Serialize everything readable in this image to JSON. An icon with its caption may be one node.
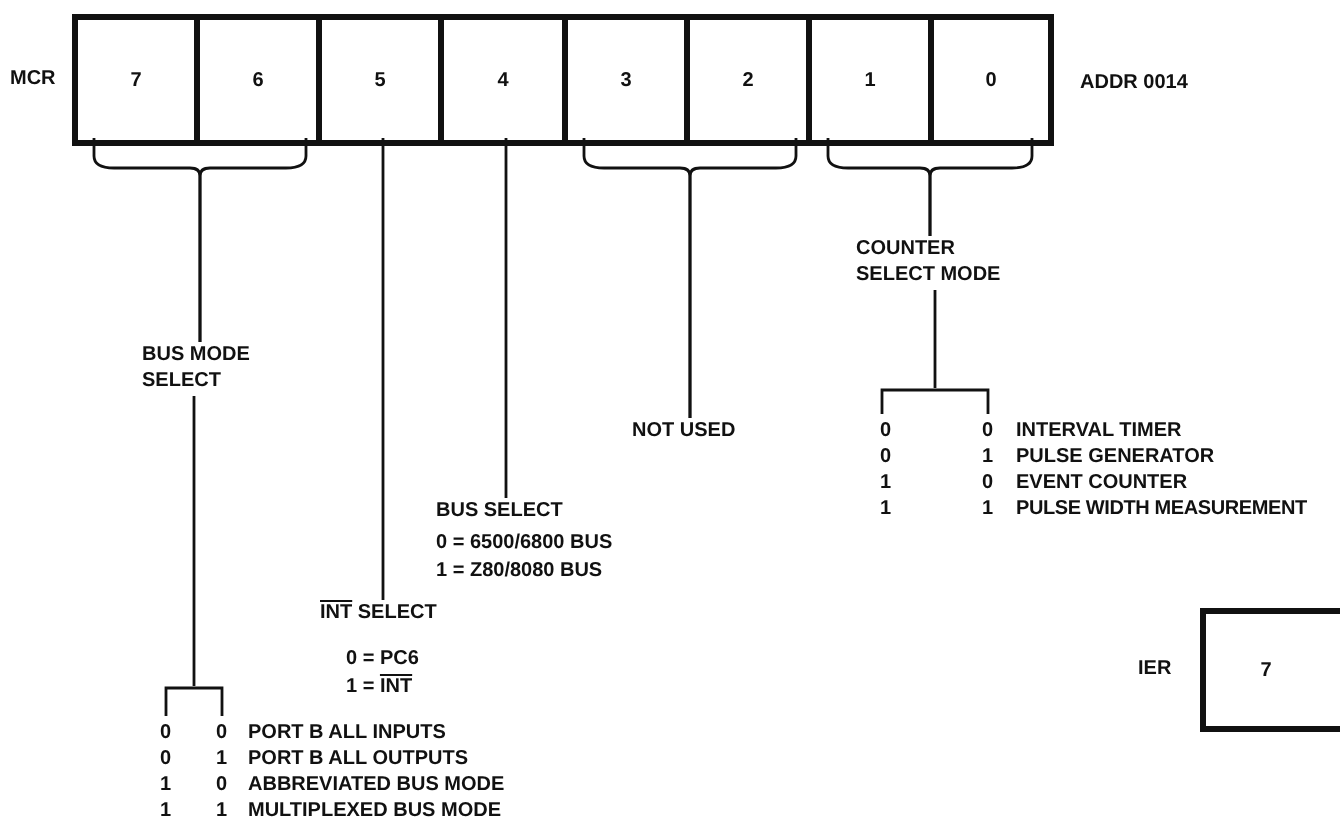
{
  "diagram": {
    "nodes": [
      {
        "text": [
          "MCR"
        ],
        "beside": [
          "ADDR 0014"
        ]
      },
      {
        "text": [
          "7"
        ],
        "in": 0
      },
      {
        "text": [
          "6"
        ],
        "in": 0
      },
      {
        "text": [
          "5"
        ],
        "in": 0
      },
      {
        "text": [
          "4"
        ],
        "in": 0
      },
      {
        "text": [
          "3"
        ],
        "in": 0
      },
      {
        "text": [
          "2"
        ],
        "in": 0
      },
      {
        "text": [
          "1"
        ],
        "in": 0
      },
      {
        "text": [
          "0"
        ],
        "in": 0
      },
      {
        "text": [
          "BUS MODE SELECT"
        ]
      },
      {
        "text": [
          "BUS SELECT",
          "0 = 6500/6800 BUS",
          "1 = Z80/8080  BUS"
        ]
      },
      {
        "text": [
          "NOT USED"
        ]
      },
      {
        "text": [
          "COUNTER SELECT MODE"
        ]
      },
      {
        "text": [
          "INT SELECT",
          "0 = PC6",
          "1 = INT"
        ]
      },
      {
        "text": [],
        "shape": "bracket"
      },
      {
        "text": [],
        "shape": "bracket"
      },
      {
        "text": [
          "IER"
        ]
      },
      {
        "text": [
          "7"
        ],
        "in": 16
      }
    ],
    "edges": [
      {
        "from": 1,
        "to": 9,
        "arrow": "none"
      },
      {
        "from": 2,
        "to": 9,
        "arrow": "none"
      },
      {
        "from": 9,
        "to": 14,
        "arrow": "none"
      },
      {
        "from": 3,
        "to": 13,
        "arrow": "none"
      },
      {
        "from": 4,
        "to": 10,
        "arrow": "none"
      },
      {
        "from": 5,
        "to": 11,
        "arrow": "none"
      },
      {
        "from": 6,
        "to": 11,
        "arrow": "none"
      },
      {
        "from": 7,
        "to": 12,
        "arrow": "none"
      },
      {
        "from": 8,
        "to": 12,
        "arrow": "none"
      },
      {
        "from": 12,
        "to": 15,
        "arrow": "none"
      }
    ],
    "labels": [
      "0",
      "0",
      "INTERVAL TIMER",
      "0",
      "1",
      "PULSE GENERATOR",
      "1",
      "0",
      "EVENT COUNTER",
      "1",
      "1",
      "PULSE WIDTH MEASUREMENT",
      "0",
      "0",
      "PORT B ALL INPUTS",
      "0",
      "1",
      "PORT B ALL OUTPUTS",
      "1",
      "0",
      "ABBREVIATED BUS MODE",
      "1",
      "1",
      "MULTIPLEXED BUS MODE"
    ]
  }
}
